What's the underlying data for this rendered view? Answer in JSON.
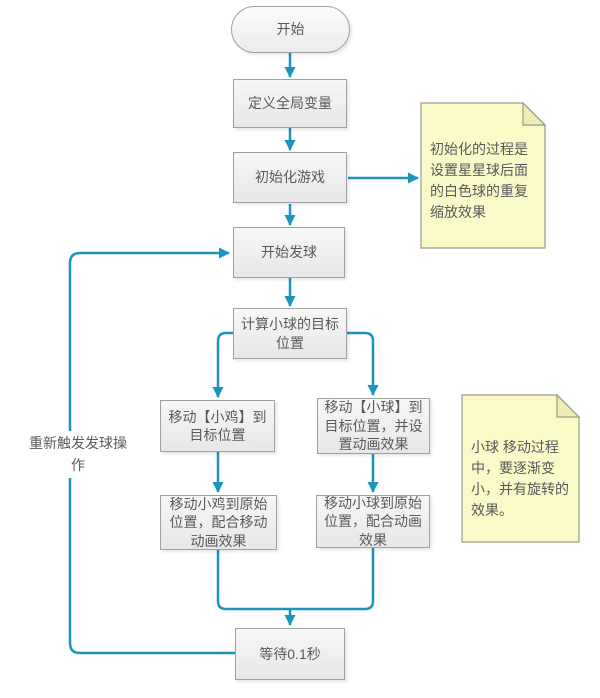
{
  "flow": {
    "nodes": {
      "start": {
        "label": "开始"
      },
      "define_globals": {
        "label": "定义全局变量"
      },
      "init_game": {
        "label": "初始化游戏"
      },
      "start_serve": {
        "label": "开始发球"
      },
      "calc_target": {
        "label": "计算小球的目标位置"
      },
      "move_chick_target": {
        "label": "移动【小鸡】到目标位置"
      },
      "move_ball_target": {
        "label": "移动【小球】到目标位置，并设置动画效果"
      },
      "move_chick_origin": {
        "label": "移动小鸡到原始位置，配合移动动画效果"
      },
      "move_ball_origin": {
        "label": "移动小球到原始位置，配合动画效果"
      },
      "wait": {
        "label": "等待0.1秒"
      }
    },
    "notes": {
      "init_note": {
        "text": "初始化的过程是设置星星球后面的白色球的重复缩放效果"
      },
      "ball_note": {
        "text": "小球 移动过程中，要逐渐变小，并有旋转的效果。"
      }
    },
    "edge_labels": {
      "retrigger": {
        "text": "重新触发发球操作"
      }
    },
    "colors": {
      "connector": "#1d94bd",
      "node_border": "#a1a1a1",
      "node_fill": "#ededed",
      "note_fill": "#fafac8",
      "text": "#595959"
    }
  }
}
